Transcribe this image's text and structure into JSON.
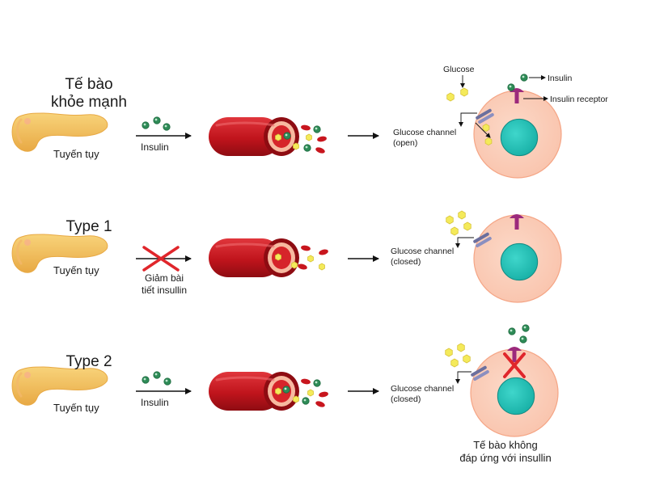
{
  "rows": [
    {
      "title": "Tế bào\nkhỏe mạnh",
      "pancreas_label": "Tuyến tụy",
      "arrow_label": "Insulin",
      "channel_label": "Glucose channel",
      "channel_state": "(open)",
      "glucose_label": "Glucose",
      "insulin_label": "Insulin",
      "receptor_label": "Insulin receptor"
    },
    {
      "title": "Type 1",
      "pancreas_label": "Tuyến tụy",
      "arrow_label": "Giảm bài\ntiết insullin",
      "channel_label": "Glucose channel",
      "channel_state": "(closed)"
    },
    {
      "title": "Type 2",
      "pancreas_label": "Tuyến tụy",
      "arrow_label": "Insulin",
      "channel_label": "Glucose channel",
      "channel_state": "(closed)",
      "caption": "Tế bào không\nđáp ứng với insullin"
    }
  ],
  "colors": {
    "pancreas": "#f5c45e",
    "pancreas_dark": "#e8a944",
    "vessel": "#c0141c",
    "vessel_dark": "#8e0c12",
    "vessel_inner": "#f7b9a0",
    "cell": "#f9c4ad",
    "cell_edge": "#f5a585",
    "nucleus": "#1bb3a9",
    "glucose": "#f4ea5a",
    "insulin": "#2e8b57",
    "receptor": "#9c2a7c",
    "channel": "#6b6f9e",
    "cross": "#e0262b",
    "arrow": "#111111"
  },
  "icons": [
    "pancreas-icon",
    "blood-vessel-icon",
    "cell-icon",
    "insulin-molecule-icon",
    "glucose-molecule-icon",
    "insulin-receptor-icon",
    "glucose-channel-icon",
    "cross-icon"
  ]
}
